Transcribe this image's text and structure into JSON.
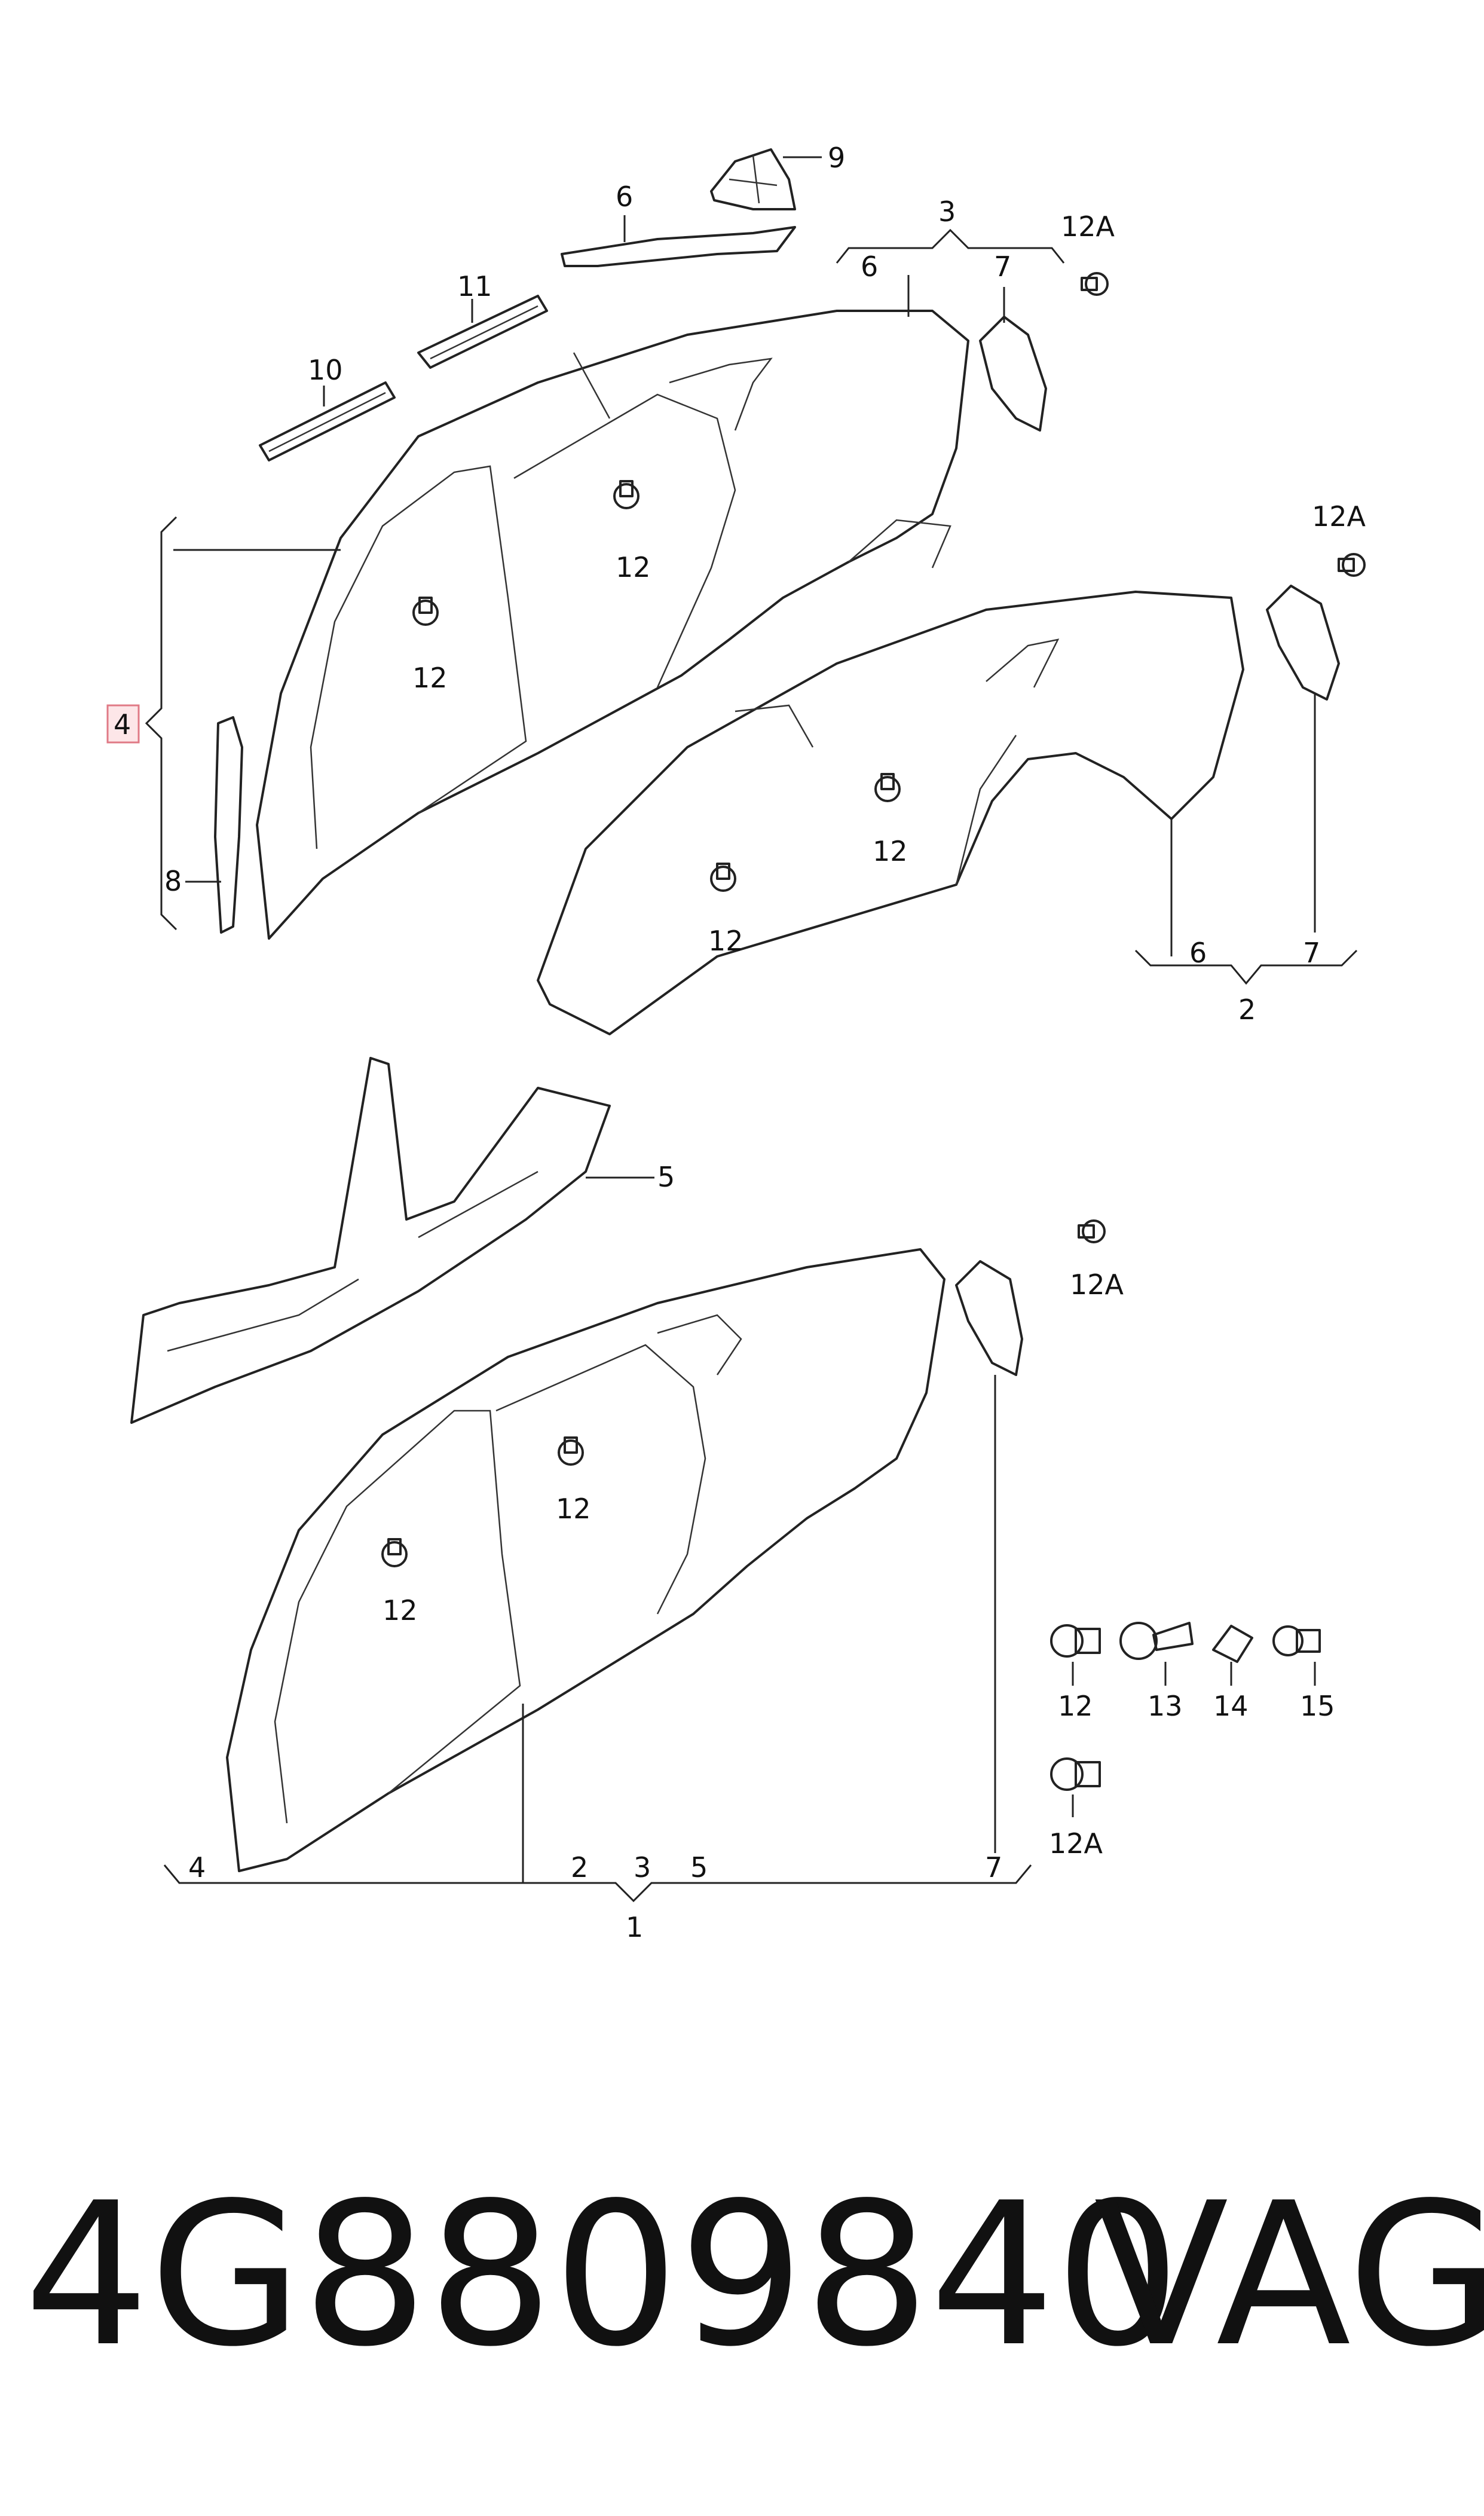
{
  "callouts": {
    "n9": "9",
    "n6a": "6",
    "n3a": "3",
    "n6b": "6",
    "n7a": "7",
    "n12Aa": "12A",
    "n11": "11",
    "n10": "10",
    "n12a": "12",
    "n12b": "12",
    "n4": "4",
    "n8": "8",
    "n12Ab": "12A",
    "n12c": "12",
    "n12d": "12",
    "n6c": "6",
    "n7b": "7",
    "n2a": "2",
    "n5a": "5",
    "n12Ac": "12A",
    "n12e": "12",
    "n12f": "12",
    "n12g": "12",
    "n13": "13",
    "n14": "14",
    "n15": "15",
    "n12Ad": "12A",
    "n4b": "4",
    "n2b": "2",
    "n3b": "3",
    "n5b": "5",
    "n7c": "7",
    "n1": "1"
  },
  "footer": {
    "part_number": "4G8809840",
    "brand": "VAG"
  },
  "colors": {
    "line": "#222222",
    "highlight_fill": "#fde6e8",
    "highlight_stroke": "#e07a86"
  }
}
